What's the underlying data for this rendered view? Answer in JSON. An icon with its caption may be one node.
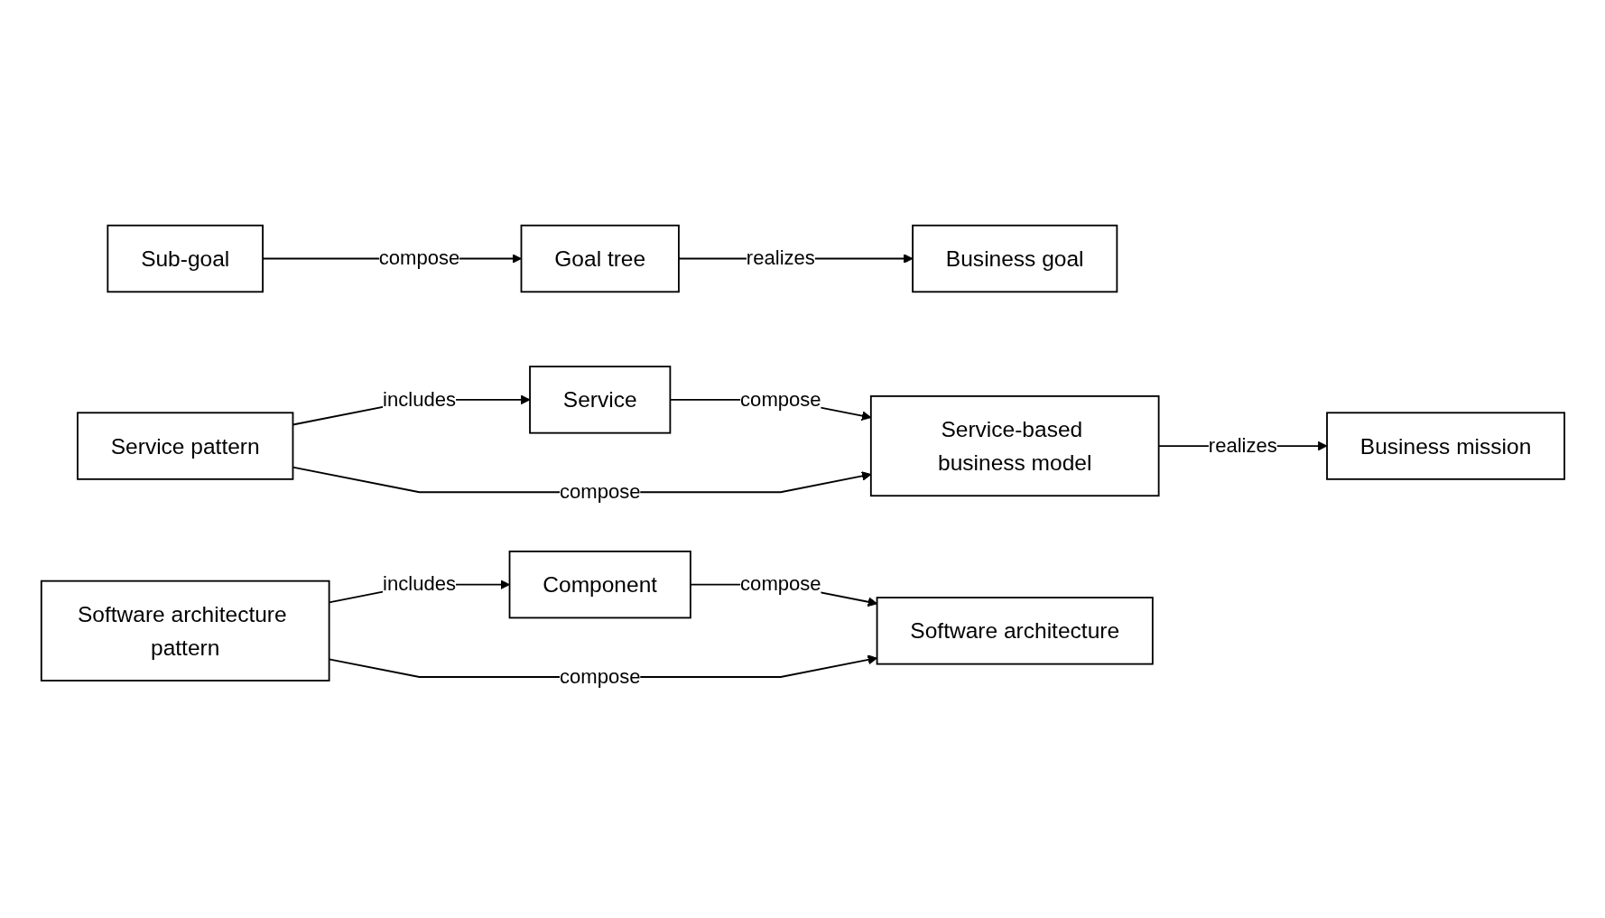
{
  "diagram": {
    "nodes": [
      {
        "text": [
          "Goal tree"
        ]
      },
      {
        "text": [
          "Business goal"
        ]
      },
      {
        "text": [
          "Sub-goal"
        ]
      },
      {
        "text": [
          "Service"
        ]
      },
      {
        "text": [
          "Service-based business model"
        ]
      },
      {
        "text": [
          "Business mission"
        ]
      },
      {
        "text": [
          "Service pattern"
        ]
      },
      {
        "text": [
          "Component"
        ]
      },
      {
        "text": [
          "Software architecture"
        ]
      },
      {
        "text": [
          "Software architecture pattern"
        ]
      }
    ],
    "edges": [
      {
        "from": 0,
        "to": 1,
        "arrow": "to",
        "label": "realizes"
      },
      {
        "from": 2,
        "to": 0,
        "arrow": "to",
        "label": "compose"
      },
      {
        "from": 3,
        "to": 4,
        "arrow": "to",
        "label": "compose"
      },
      {
        "from": 4,
        "to": 5,
        "arrow": "to",
        "label": "realizes"
      },
      {
        "from": 6,
        "to": 3,
        "arrow": "to",
        "label": "includes"
      },
      {
        "from": 6,
        "to": 4,
        "arrow": "to",
        "label": "compose"
      },
      {
        "from": 7,
        "to": 8,
        "arrow": "to",
        "label": "compose"
      },
      {
        "from": 9,
        "to": 7,
        "arrow": "to",
        "label": "includes"
      },
      {
        "from": 9,
        "to": 8,
        "arrow": "to",
        "label": "compose"
      }
    ]
  }
}
